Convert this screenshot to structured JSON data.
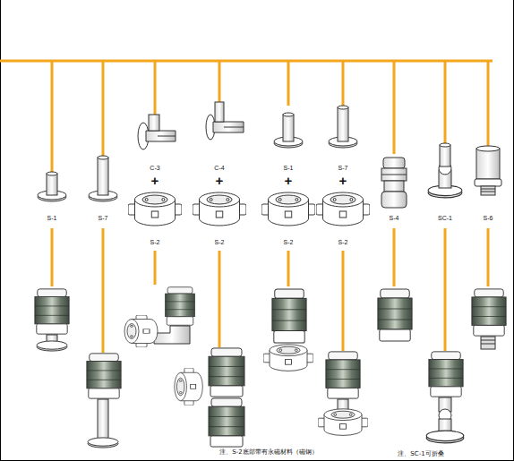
{
  "diagram": {
    "labels": [
      "C-3",
      "C-4",
      "S-1",
      "S-7",
      "+",
      "+",
      "+",
      "+",
      "S-1",
      "S-7",
      "S-4",
      "SC-1",
      "S-6",
      "S-2",
      "S-2",
      "S-2",
      "S-2",
      "注、S-2底部带有永磁材料（磁钢）",
      "注、SC-1可折叠"
    ]
  }
}
